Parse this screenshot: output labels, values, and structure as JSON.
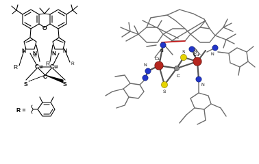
{
  "left_scheme": {
    "atoms": {
      "n1": "N",
      "n2": "N",
      "n3": "N",
      "n4": "N",
      "cu_left": "Cu",
      "cu_right": "Cu",
      "r1": "R",
      "r2": "R",
      "r3": "R",
      "r4": "R",
      "s_left": "S",
      "s_right": "S",
      "c_center": "C"
    },
    "r_definition": {
      "label": "R ="
    }
  },
  "right_structure": {
    "atoms": {
      "cu_left": "Cu",
      "cu_right": "Cu",
      "s_top": "S",
      "s_bottom": "S",
      "c_center": "C",
      "n_top_left": "N",
      "n_top_right": "N",
      "n_right": "N",
      "n_left": "N",
      "n_bottom_right": "N"
    },
    "colors": {
      "copper": "#b5261e",
      "sulfur": "#e6d400",
      "nitrogen": "#2236c9",
      "carbon": "#8a8a8a",
      "bonds": "#6b6b6b",
      "ring_highlight": "#c21a1a"
    }
  }
}
